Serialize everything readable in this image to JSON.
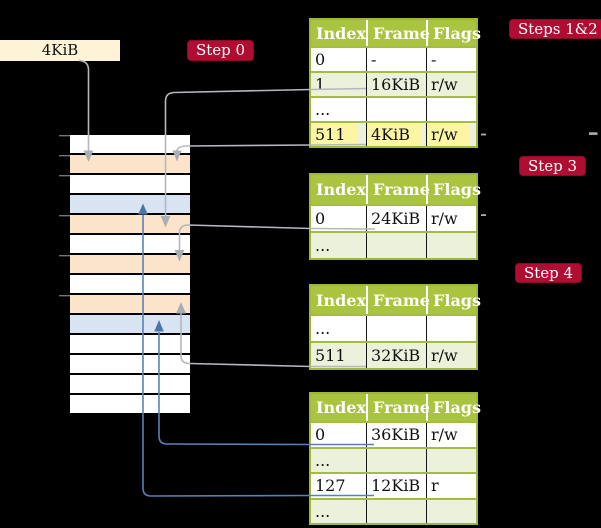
{
  "figure": {
    "root_box": {
      "label": "4KiB"
    },
    "badges": {
      "step0": "Step 0",
      "steps_1_2": "Steps 1&2",
      "step3": "Step 3",
      "step4": "Step 4"
    },
    "page_tables": [
      {
        "title": "steps-1-2-table",
        "headers": [
          "Index",
          "Frame",
          "Flags"
        ],
        "rows": [
          {
            "index": "0",
            "frame": "-",
            "flags": "-"
          },
          {
            "index": "1",
            "frame": "16KiB",
            "flags": "r/w"
          },
          {
            "index": "...",
            "frame": "",
            "flags": ""
          },
          {
            "index": "511",
            "frame": "4KiB",
            "flags": "r/w",
            "highlighted": true
          }
        ]
      },
      {
        "title": "step-3-table",
        "headers": [
          "Index",
          "Frame",
          "Flags"
        ],
        "rows": [
          {
            "index": "0",
            "frame": "24KiB",
            "flags": "r/w"
          },
          {
            "index": "...",
            "frame": "",
            "flags": ""
          }
        ]
      },
      {
        "title": "step-4-table",
        "headers": [
          "Index",
          "Frame",
          "Flags"
        ],
        "rows": [
          {
            "index": "...",
            "frame": "",
            "flags": ""
          },
          {
            "index": "511",
            "frame": "32KiB",
            "flags": "r/w"
          }
        ]
      },
      {
        "title": "leaf-table",
        "headers": [
          "Index",
          "Frame",
          "Flags"
        ],
        "rows": [
          {
            "index": "0",
            "frame": "36KiB",
            "flags": "r/w"
          },
          {
            "index": "...",
            "frame": "",
            "flags": ""
          },
          {
            "index": "127",
            "frame": "12KiB",
            "flags": "r"
          },
          {
            "index": "...",
            "frame": "",
            "flags": ""
          }
        ]
      }
    ],
    "memory_rows": [
      "free",
      "pagetable",
      "free",
      "mapped",
      "pagetable",
      "free",
      "pagetable",
      "free",
      "pagetable",
      "mapped",
      "free",
      "free",
      "free",
      "free"
    ],
    "colors": {
      "badge_red": "#b00d33",
      "table_header_green": "#a9c43f",
      "table_row_green": "#ebf1db",
      "highlight_yellow": "#fcf6a4",
      "frame_pagetable_peach": "#fbe4c9",
      "frame_mapped_blue": "#d8e4f1",
      "root_box_cream": "#fdf3d6",
      "arrow_gray": "#b4b8be",
      "arrow_blue": "#5b80b4"
    }
  }
}
